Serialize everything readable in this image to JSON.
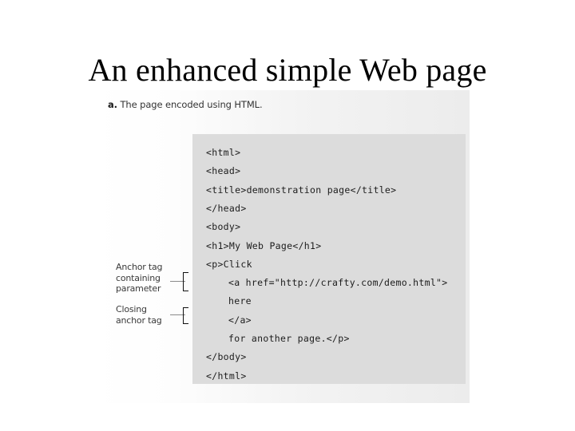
{
  "slide": {
    "title": "An enhanced simple Web page"
  },
  "figure": {
    "caption_letter": "a.",
    "caption_text": " The page encoded using HTML.",
    "code_lines": [
      {
        "text": "<html>",
        "indented": false
      },
      {
        "text": "<head>",
        "indented": false
      },
      {
        "text": "<title>demonstration page</title>",
        "indented": false
      },
      {
        "text": "</head>",
        "indented": false
      },
      {
        "text": "<body>",
        "indented": false
      },
      {
        "text": "<h1>My Web Page</h1>",
        "indented": false
      },
      {
        "text": "<p>Click",
        "indented": false
      },
      {
        "text": "<a href=\"http://crafty.com/demo.html\">",
        "indented": true
      },
      {
        "text": "here",
        "indented": true
      },
      {
        "text": "</a>",
        "indented": true
      },
      {
        "text": "for another page.</p>",
        "indented": true
      },
      {
        "text": "</body>",
        "indented": false
      },
      {
        "text": "</html>",
        "indented": false
      }
    ],
    "annotations": [
      {
        "label": "Anchor tag\ncontaining\nparameter"
      },
      {
        "label": "Closing\nanchor tag"
      }
    ]
  },
  "colors": {
    "page_background": "#ffffff",
    "panel_background": "#f2f2f2",
    "code_background": "#dcdcdc",
    "code_text": "#1c1c1c",
    "annotation_text": "#3a3a3a",
    "leader_line": "#8a8a8a",
    "brace": "#111111",
    "title_text": "#000000"
  }
}
